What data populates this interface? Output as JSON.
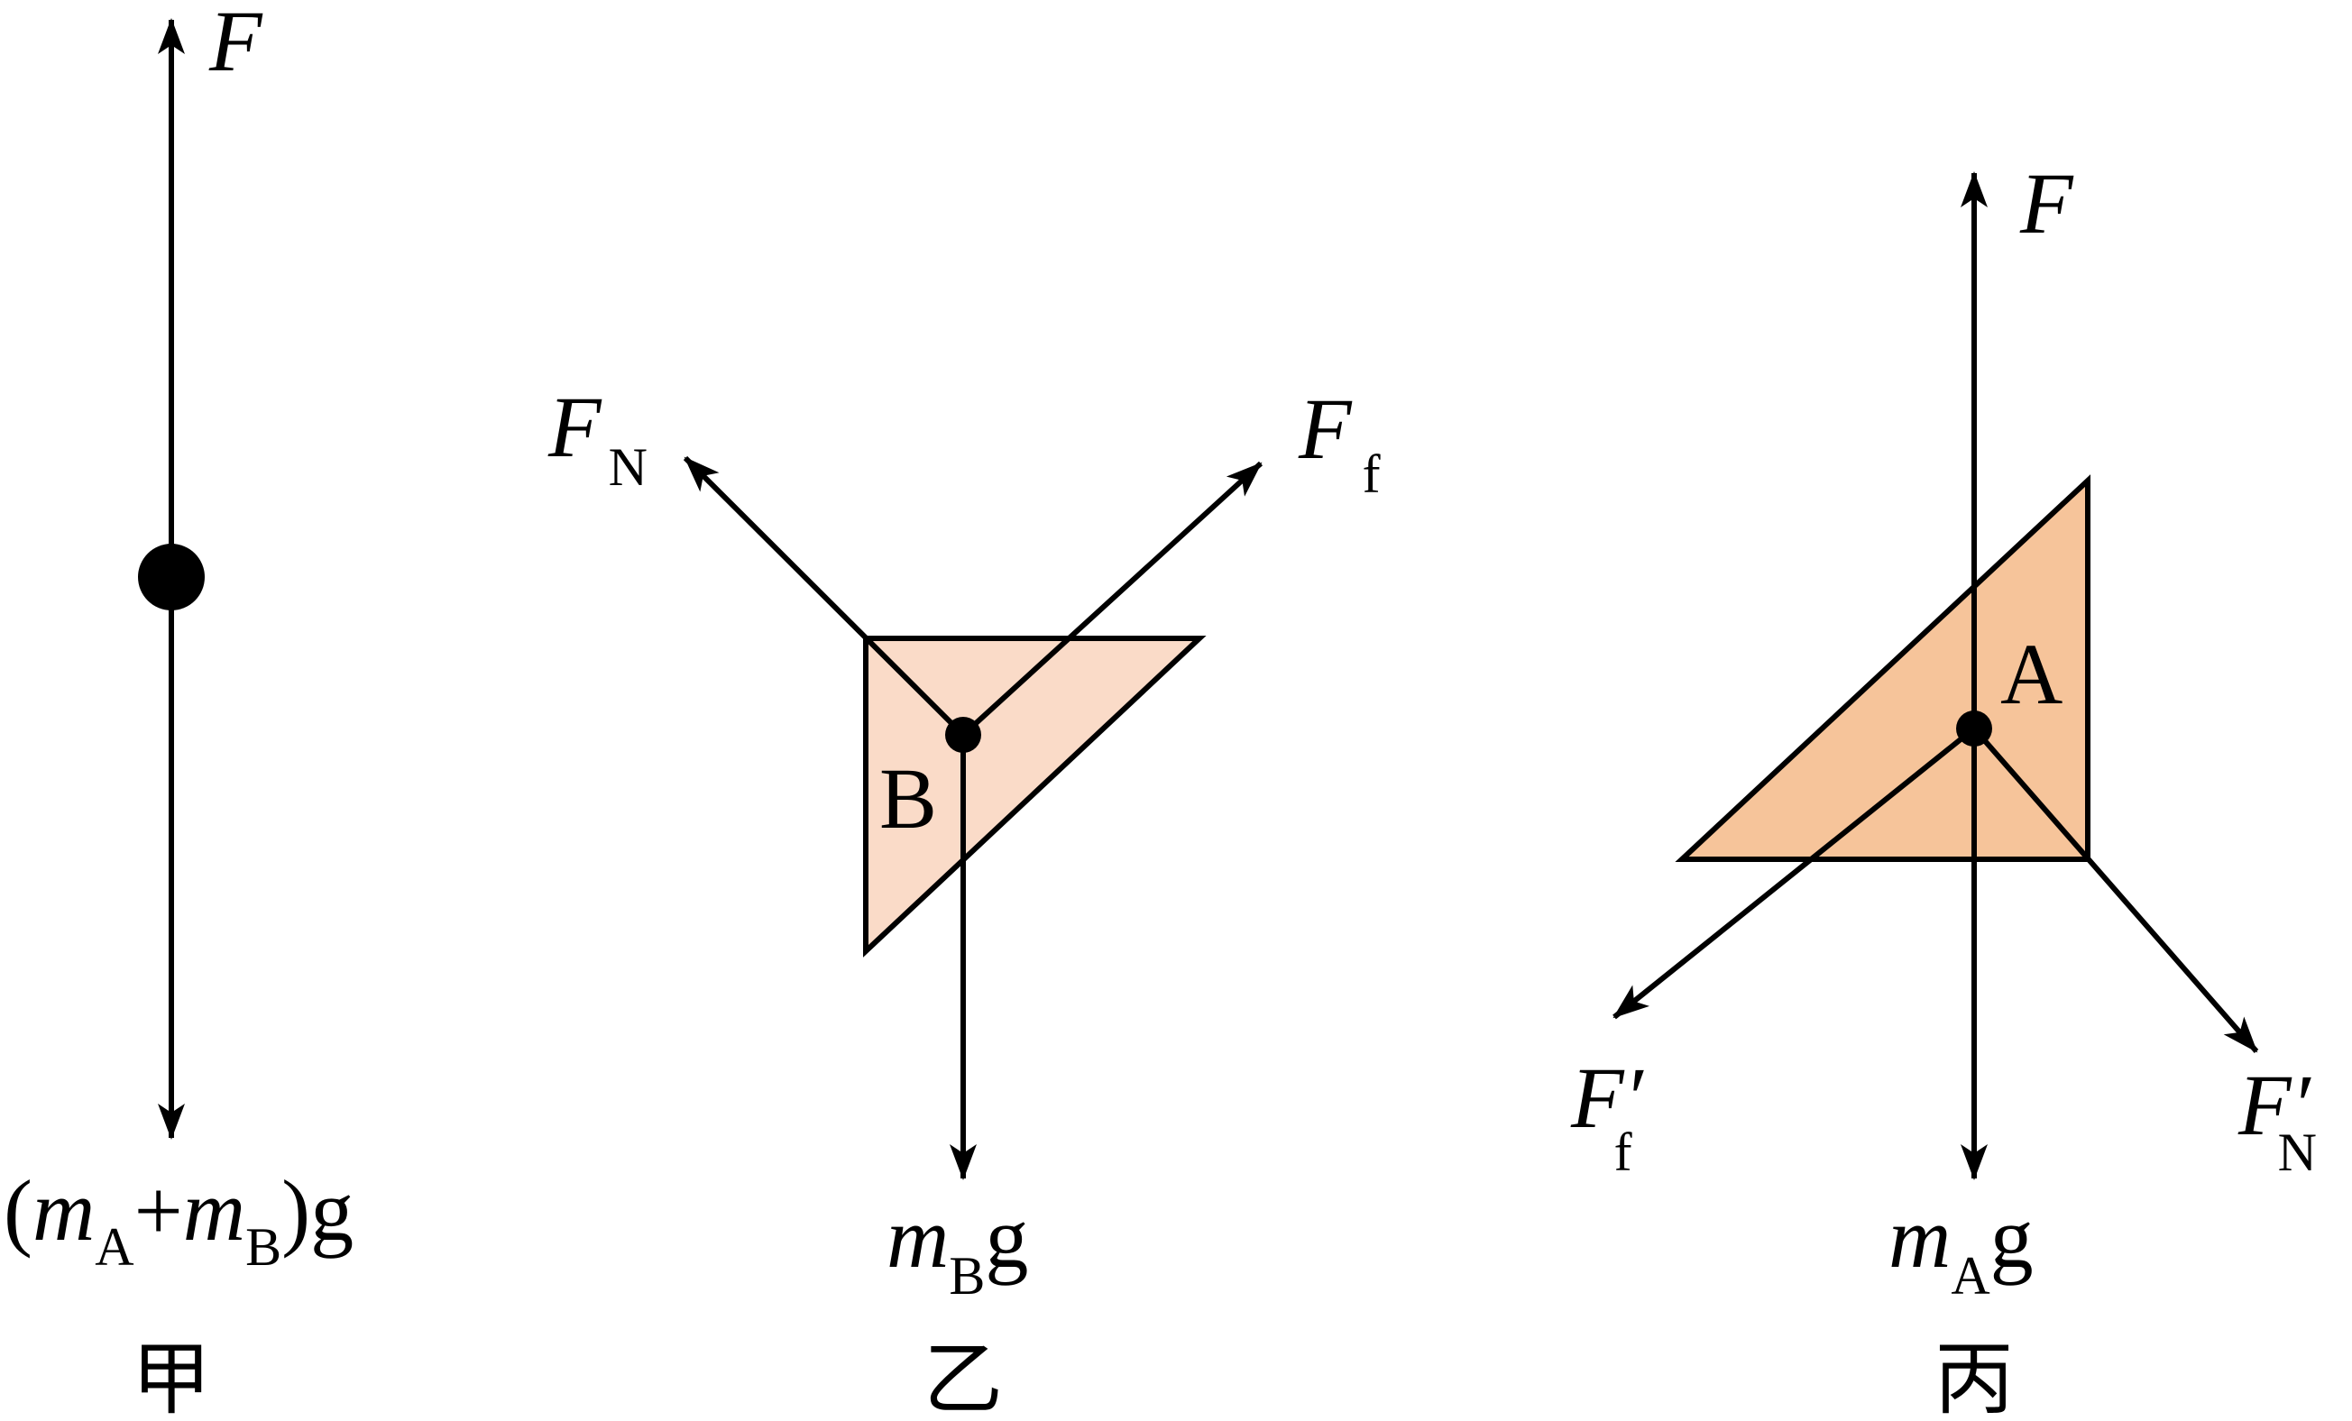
{
  "panels": {
    "jia": {
      "caption": "甲",
      "force_up": {
        "main": "F"
      },
      "force_down": {
        "open": "(",
        "m1": "m",
        "s1": "A",
        "plus": "+",
        "m2": "m",
        "s2": "B",
        "close": ")g"
      }
    },
    "yi": {
      "caption": "乙",
      "body_label": "B",
      "normal_force": {
        "main": "F",
        "sub": "N"
      },
      "friction_force": {
        "main": "F",
        "sub": "f"
      },
      "weight": {
        "main": "m",
        "sub": "B",
        "tail": "g"
      }
    },
    "bing": {
      "caption": "丙",
      "body_label": "A",
      "force_up": {
        "main": "F"
      },
      "friction_reaction": {
        "main": "F′",
        "sub": "f"
      },
      "normal_reaction": {
        "main": "F′",
        "sub": "N"
      },
      "weight": {
        "main": "m",
        "sub": "A",
        "tail": "g"
      }
    }
  },
  "colors": {
    "line": "#000000",
    "triangle_B_fill": "#FADBC8",
    "triangle_A_fill": "#F6C49A"
  }
}
